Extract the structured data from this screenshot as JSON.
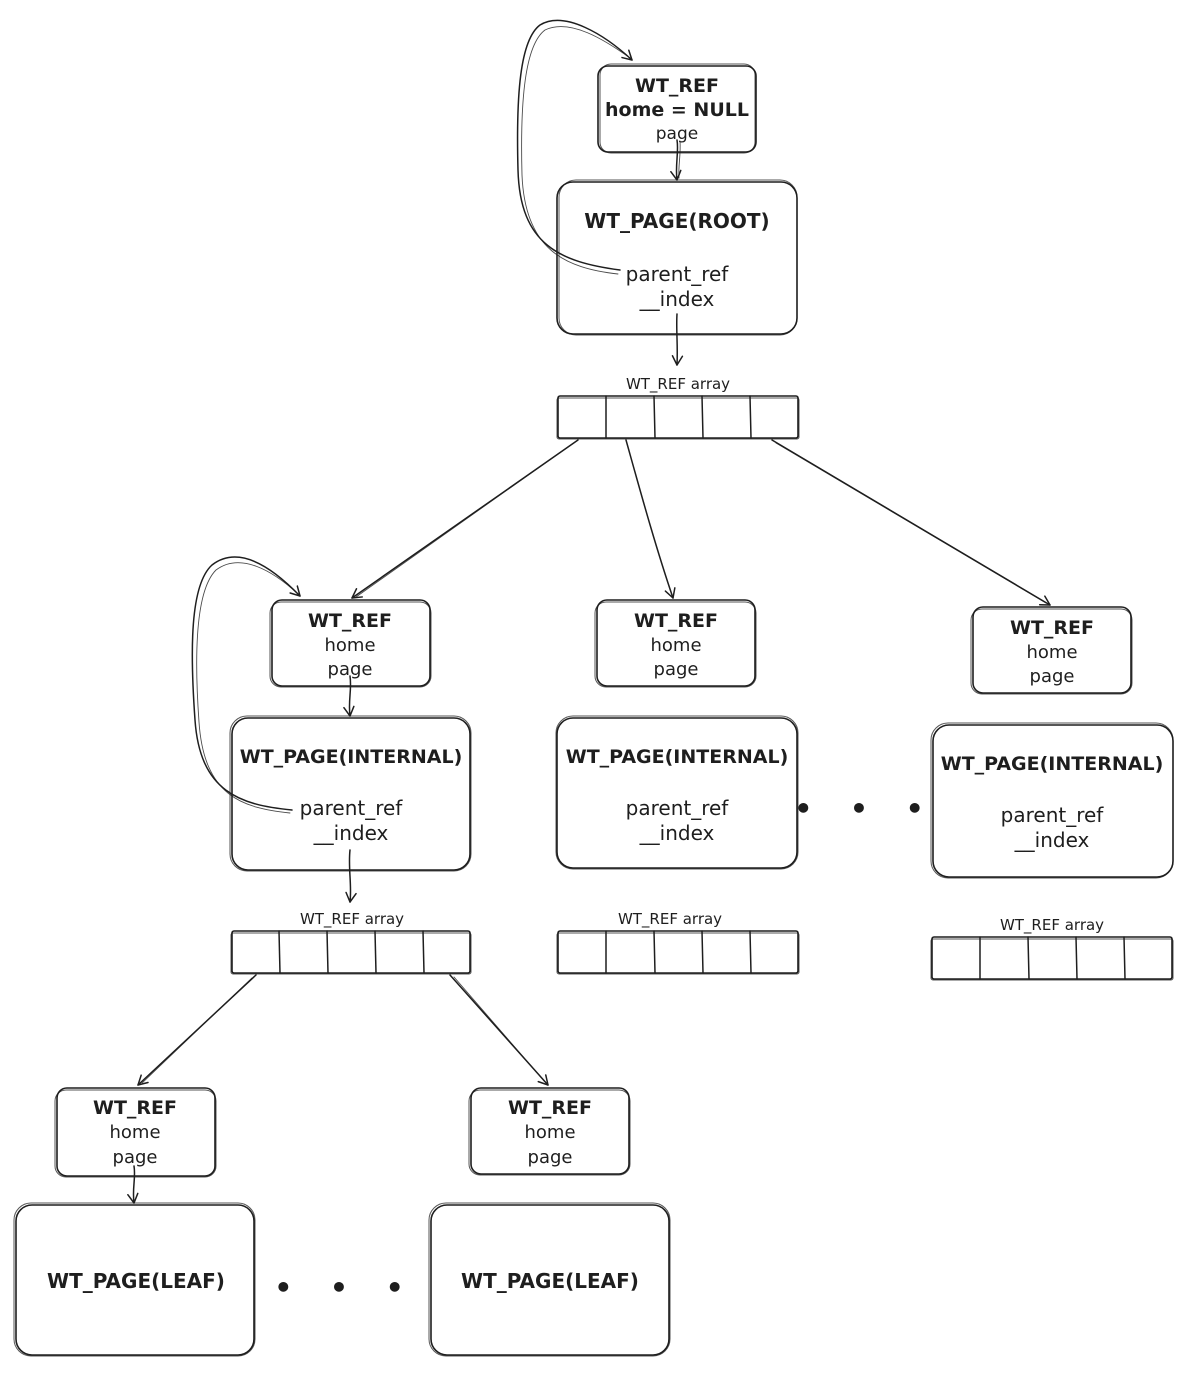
{
  "nodes": {
    "root_ref": {
      "title": "WT_REF",
      "lines": [
        "home  = NULL",
        "page"
      ]
    },
    "root_page": {
      "title": "WT_PAGE(ROOT)",
      "lines": [
        "parent_ref",
        "__index"
      ]
    },
    "ref_a": {
      "title": "WT_REF",
      "lines": [
        "home",
        "page"
      ]
    },
    "ref_b": {
      "title": "WT_REF",
      "lines": [
        "home",
        "page"
      ]
    },
    "ref_c": {
      "title": "WT_REF",
      "lines": [
        "home",
        "page"
      ]
    },
    "page_a": {
      "title": "WT_PAGE(INTERNAL)",
      "lines": [
        "parent_ref",
        "__index"
      ]
    },
    "page_b": {
      "title": "WT_PAGE(INTERNAL)",
      "lines": [
        "parent_ref",
        "__index"
      ]
    },
    "page_c": {
      "title": "WT_PAGE(INTERNAL)",
      "lines": [
        "parent_ref",
        "__index"
      ]
    },
    "leaf_ref_a": {
      "title": "WT_REF",
      "lines": [
        "home",
        "page"
      ]
    },
    "leaf_ref_b": {
      "title": "WT_REF",
      "lines": [
        "home",
        "page"
      ]
    },
    "leaf_a": {
      "title": "WT_PAGE(LEAF)",
      "lines": []
    },
    "leaf_b": {
      "title": "WT_PAGE(LEAF)",
      "lines": []
    }
  },
  "arrays": {
    "root_array": {
      "label": "WT_REF array",
      "cells": 5
    },
    "array_a": {
      "label": "WT_REF array",
      "cells": 5
    },
    "array_b": {
      "label": "WT_REF array",
      "cells": 5
    },
    "array_c": {
      "label": "WT_REF array",
      "cells": 5
    }
  },
  "ellipsis": "• • •",
  "colors": {
    "stroke": "#1e1e1e",
    "background": "#ffffff"
  }
}
